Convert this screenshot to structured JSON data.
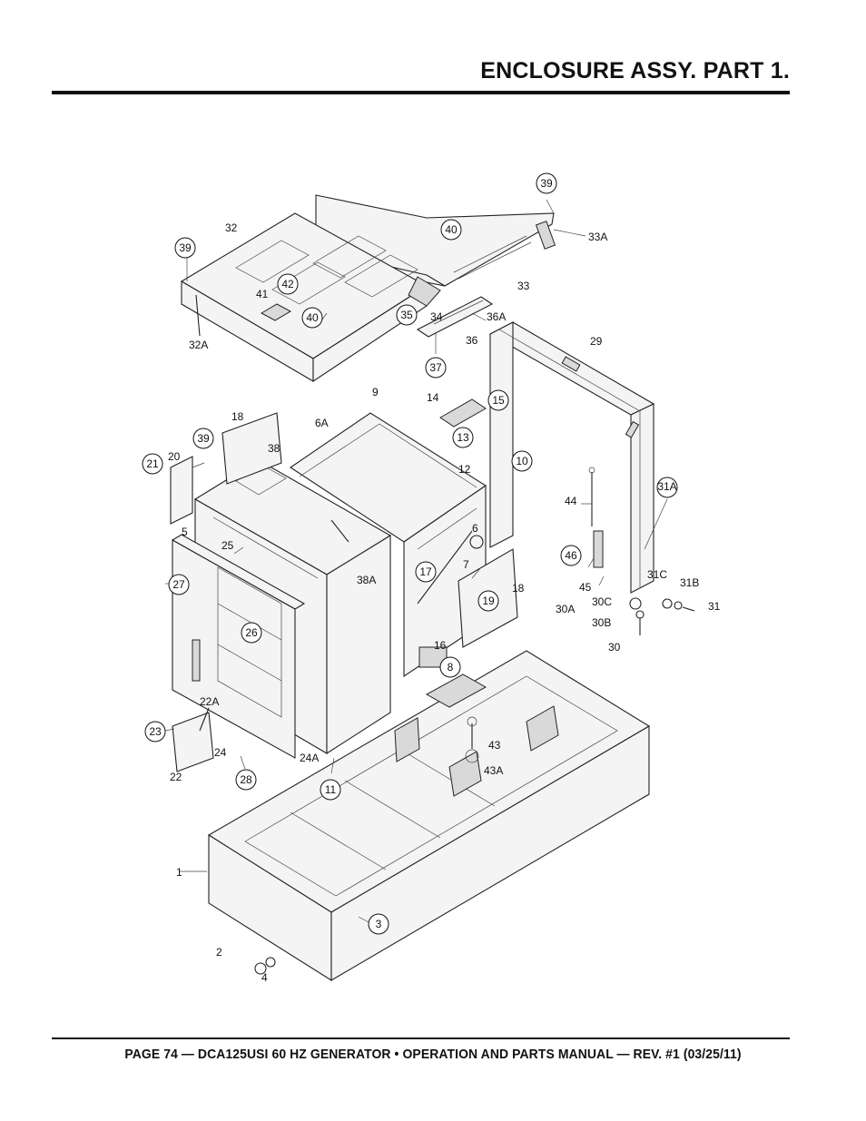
{
  "header": {
    "title": "ENCLOSURE ASSY. PART 1."
  },
  "footer": {
    "text": "PAGE 74 — DCA125USI 60 HZ GENERATOR • OPERATION AND PARTS MANUAL — REV. #1 (03/25/11)"
  },
  "diagram": {
    "callouts": [
      "39",
      "33A",
      "32",
      "40",
      "33",
      "39",
      "42",
      "41",
      "40",
      "35",
      "34",
      "36A",
      "36",
      "32A",
      "37",
      "29",
      "15",
      "9",
      "14",
      "13",
      "10",
      "12",
      "18",
      "6A",
      "38",
      "39",
      "20",
      "21",
      "5",
      "25",
      "6",
      "7",
      "17",
      "44",
      "31A",
      "46",
      "45",
      "30A",
      "31C",
      "31B",
      "31",
      "30C",
      "30B",
      "30",
      "38A",
      "27",
      "26",
      "19",
      "18",
      "16",
      "8",
      "22A",
      "23",
      "24",
      "22",
      "28",
      "24A",
      "11",
      "43",
      "43A",
      "1",
      "3",
      "2",
      "4"
    ]
  }
}
